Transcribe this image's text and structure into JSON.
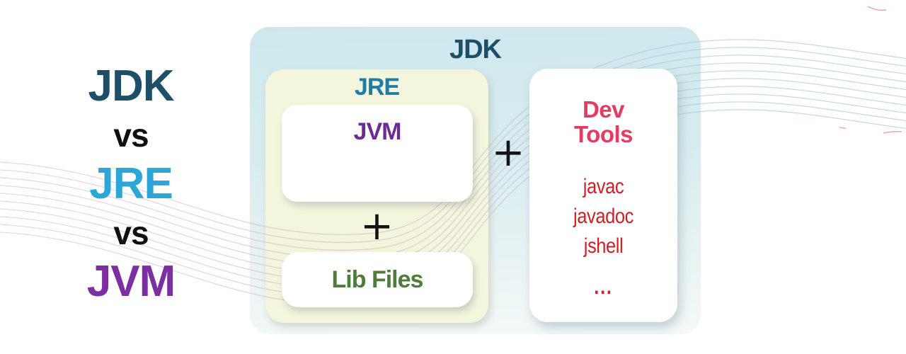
{
  "headline": {
    "jdk": "JDK",
    "vs1": "vs",
    "jre": "JRE",
    "vs2": "vs",
    "jvm": "JVM"
  },
  "diagram": {
    "jdk_label": "JDK",
    "jre_label": "JRE",
    "jvm_label": "JVM",
    "plus_inner": "+",
    "plus_outer": "+",
    "lib_files_label": "Lib Files",
    "dev_tools": {
      "title": "Dev Tools",
      "items": [
        "javac",
        "javadoc",
        "jshell",
        "..."
      ]
    }
  },
  "colors": {
    "jdk_navy": "#1d4f68",
    "vs_black": "#101010",
    "jre_blue": "#2ba6d6",
    "jvm_purple": "#7b2fa0",
    "jdk_label_teal": "#1b5068",
    "jre_label_teal": "#1c7ea8",
    "jvm_label_purple": "#6e2b96",
    "lib_green": "#4e7d3a",
    "dev_pink": "#e53a62",
    "tool_red": "#cc2127",
    "jdk_container_blue": "#cde8ed",
    "jre_container_cream": "#f3f5dd"
  }
}
